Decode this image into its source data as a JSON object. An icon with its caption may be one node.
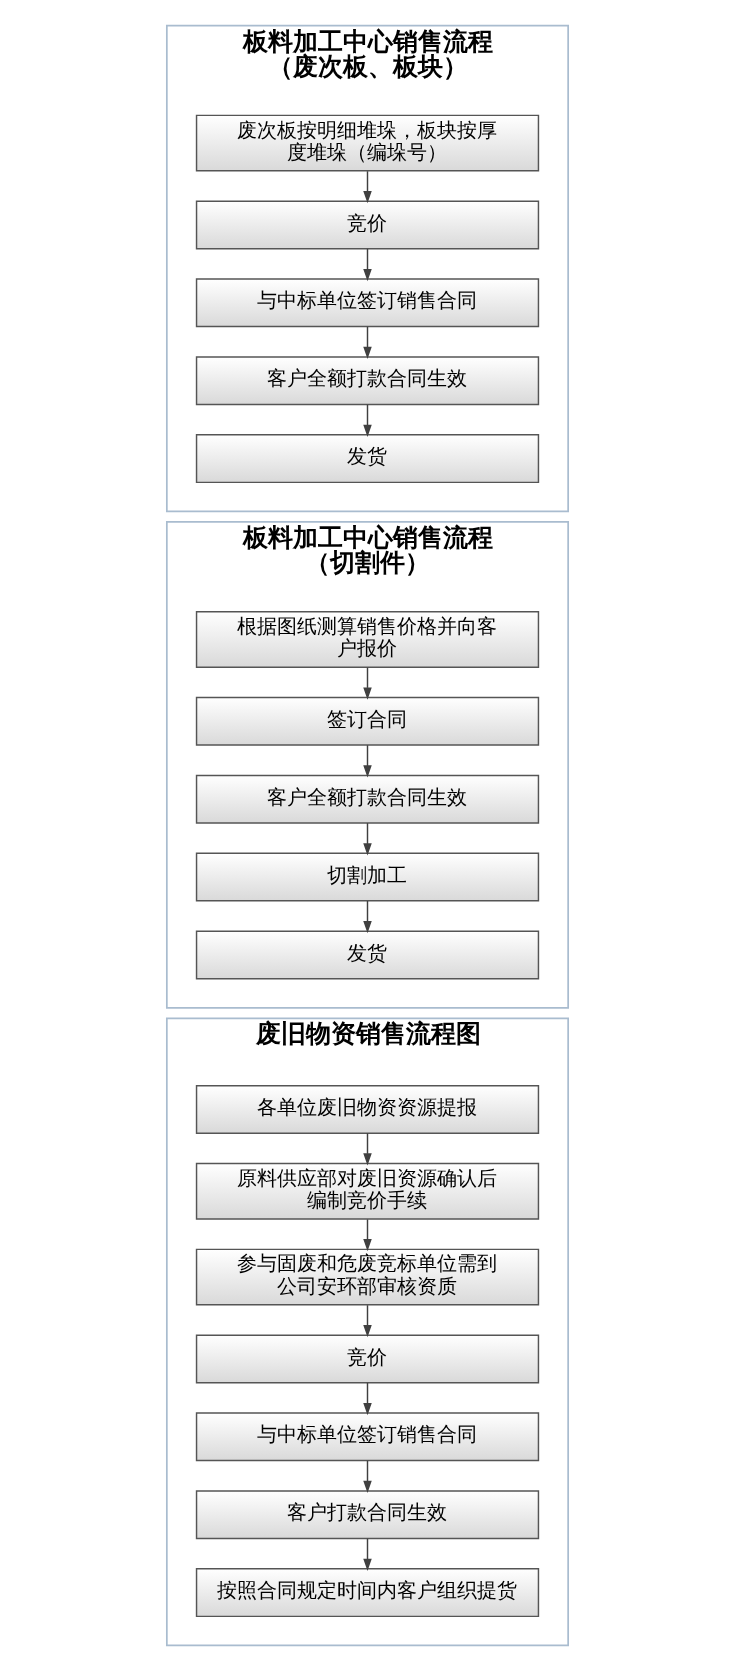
{
  "diagram": {
    "nodes": [
      {
        "text": [
          "板料加工中心销售流程（废次板、板块）"
        ]
      },
      {
        "text": [
          "废次板按明细堆垛，板块按厚度堆垛（编垛号）"
        ],
        "in": 0
      },
      {
        "text": [
          "竞价"
        ],
        "in": 0
      },
      {
        "text": [
          "与中标单位签订销售合同"
        ],
        "in": 0
      },
      {
        "text": [
          "客户全额打款合同生效"
        ],
        "in": 0
      },
      {
        "text": [
          "发货"
        ],
        "in": 0
      },
      {
        "text": [
          "板料加工中心销售流程（切割件）"
        ]
      },
      {
        "text": [
          "根据图纸测算销售价格并向客户报价"
        ],
        "in": 6
      },
      {
        "text": [
          "签订合同"
        ],
        "in": 6
      },
      {
        "text": [
          "客户全额打款合同生效"
        ],
        "in": 6
      },
      {
        "text": [
          "切割加工"
        ],
        "in": 6
      },
      {
        "text": [
          "发货"
        ],
        "in": 6
      },
      {
        "text": [
          "废旧物资销售流程图"
        ]
      },
      {
        "text": [
          "各单位废旧物资资源提报"
        ],
        "in": 12
      },
      {
        "text": [
          "原料供应部对废旧资源确认后编制竞价手续"
        ],
        "in": 12
      },
      {
        "text": [
          "参与固废和危废竞标单位需到公司安环部审核资质"
        ],
        "in": 12
      },
      {
        "text": [
          "竞价"
        ],
        "in": 12
      },
      {
        "text": [
          "与中标单位签订销售合同"
        ],
        "in": 12
      },
      {
        "text": [
          "客户打款合同生效"
        ],
        "in": 12
      },
      {
        "text": [
          "按照合同规定时间内客户组织提货"
        ],
        "in": 12
      }
    ],
    "edges": [
      {
        "from": 1,
        "to": 2,
        "arrow": "to"
      },
      {
        "from": 2,
        "to": 3,
        "arrow": "to"
      },
      {
        "from": 3,
        "to": 4,
        "arrow": "to"
      },
      {
        "from": 4,
        "to": 5,
        "arrow": "to"
      },
      {
        "from": 7,
        "to": 8,
        "arrow": "to"
      },
      {
        "from": 8,
        "to": 9,
        "arrow": "to"
      },
      {
        "from": 9,
        "to": 10,
        "arrow": "to"
      },
      {
        "from": 10,
        "to": 11,
        "arrow": "to"
      },
      {
        "from": 13,
        "to": 14,
        "arrow": "to"
      },
      {
        "from": 14,
        "to": 15,
        "arrow": "to"
      },
      {
        "from": 15,
        "to": 16,
        "arrow": "to"
      },
      {
        "from": 16,
        "to": 17,
        "arrow": "to"
      },
      {
        "from": 17,
        "to": 18,
        "arrow": "to"
      },
      {
        "from": 18,
        "to": 19,
        "arrow": "to"
      }
    ]
  }
}
